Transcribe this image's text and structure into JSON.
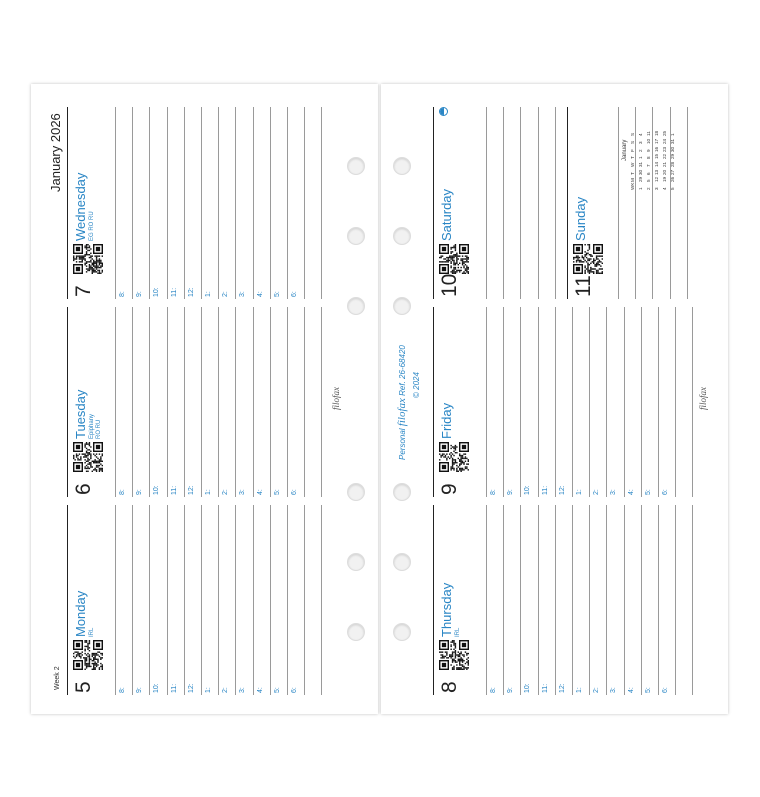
{
  "header": {
    "week": "Week 2",
    "month_year": "January 2026"
  },
  "days": [
    {
      "num": "5",
      "name": "Monday",
      "events": [
        "IRL"
      ]
    },
    {
      "num": "6",
      "name": "Tuesday",
      "events": [
        "Epiphany",
        "RO  RU"
      ]
    },
    {
      "num": "7",
      "name": "Wednesday",
      "events": [
        "EG  RO  RU"
      ]
    },
    {
      "num": "8",
      "name": "Thursday",
      "events": [
        "IRL"
      ]
    },
    {
      "num": "9",
      "name": "Friday",
      "events": []
    },
    {
      "num": "10",
      "name": "Saturday",
      "events": []
    },
    {
      "num": "11",
      "name": "Sunday",
      "events": []
    }
  ],
  "hours": [
    "8:",
    "9:",
    "10:",
    "11:",
    "12:",
    "1:",
    "2:",
    "3:",
    "4:",
    "5:",
    "6:"
  ],
  "center_info": {
    "line1_prefix": "Personal",
    "line1_brand": "filofax",
    "line1_ref": "Ref. 26-68420",
    "line2": "© 2024"
  },
  "brand_mark": "filofax",
  "moon": {
    "phase": "first-quarter",
    "day": "Saturday"
  },
  "mini_calendar": {
    "month": "January",
    "headers": [
      "WK",
      "M",
      "T",
      "W",
      "T",
      "F",
      "S",
      "S"
    ],
    "rows": [
      [
        "1",
        "29",
        "30",
        "31",
        "1",
        "2",
        "3",
        "4"
      ],
      [
        "2",
        "5",
        "6",
        "7",
        "8",
        "9",
        "10",
        "11"
      ],
      [
        "3",
        "12",
        "13",
        "14",
        "15",
        "16",
        "17",
        "18"
      ],
      [
        "4",
        "19",
        "20",
        "21",
        "22",
        "23",
        "24",
        "25"
      ],
      [
        "5",
        "26",
        "27",
        "28",
        "29",
        "30",
        "31",
        "1"
      ]
    ]
  },
  "colors": {
    "accent": "#2a86c5",
    "rule": "#9a9a9a",
    "ink": "#222222"
  }
}
